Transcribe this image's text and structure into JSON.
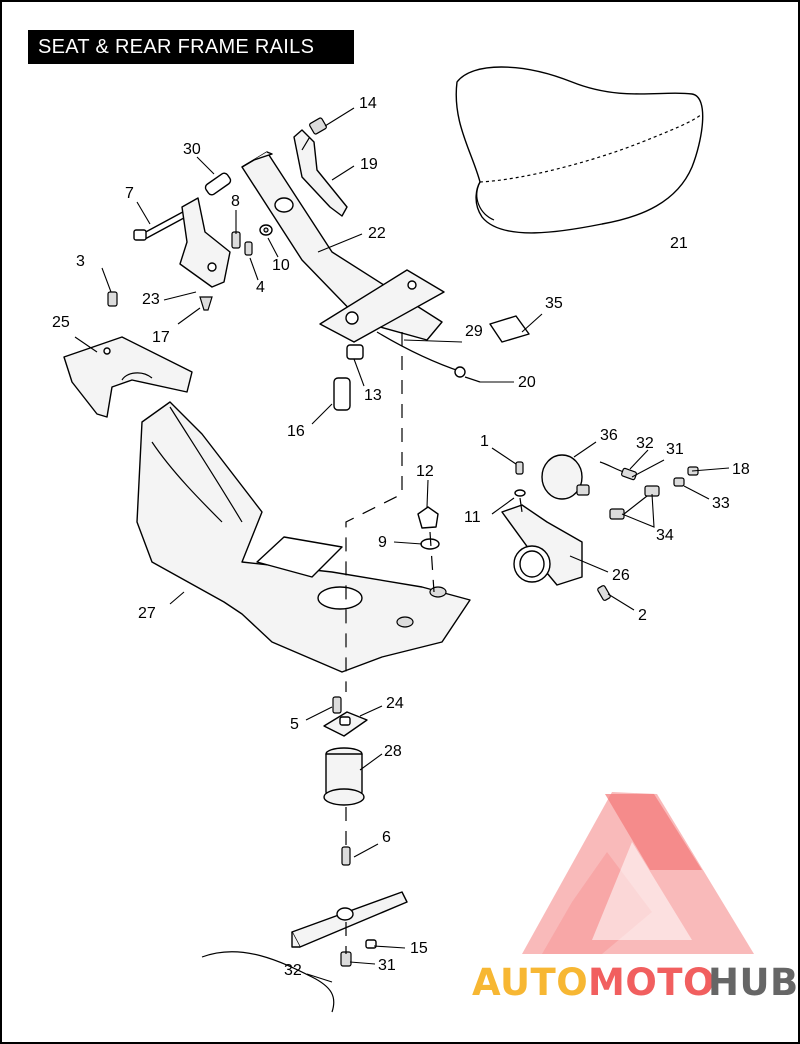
{
  "title": "SEAT & REAR FRAME RAILS",
  "callouts": {
    "c1": "1",
    "c2": "2",
    "c3": "3",
    "c4": "4",
    "c5": "5",
    "c6": "6",
    "c7": "7",
    "c8": "8",
    "c9": "9",
    "c10": "10",
    "c11": "11",
    "c12": "12",
    "c13": "13",
    "c14": "14",
    "c15": "15",
    "c16": "16",
    "c17": "17",
    "c18": "18",
    "c19": "19",
    "c20": "20",
    "c21": "21",
    "c22": "22",
    "c23": "23",
    "c24": "24",
    "c25": "25",
    "c26": "26",
    "c27": "27",
    "c28": "28",
    "c29": "29",
    "c30": "30",
    "c31a": "31",
    "c31b": "31",
    "c32a": "32",
    "c32b": "32",
    "c33": "33",
    "c34": "34",
    "c35": "35",
    "c36": "36"
  },
  "watermark": {
    "auto": "AUTO",
    "moto": "MOTO",
    "hub": "HUB",
    "color_auto": "#f7b733",
    "color_moto": "#f15f5f",
    "color_hub": "#666666",
    "logo_color": "#f15f5f"
  }
}
